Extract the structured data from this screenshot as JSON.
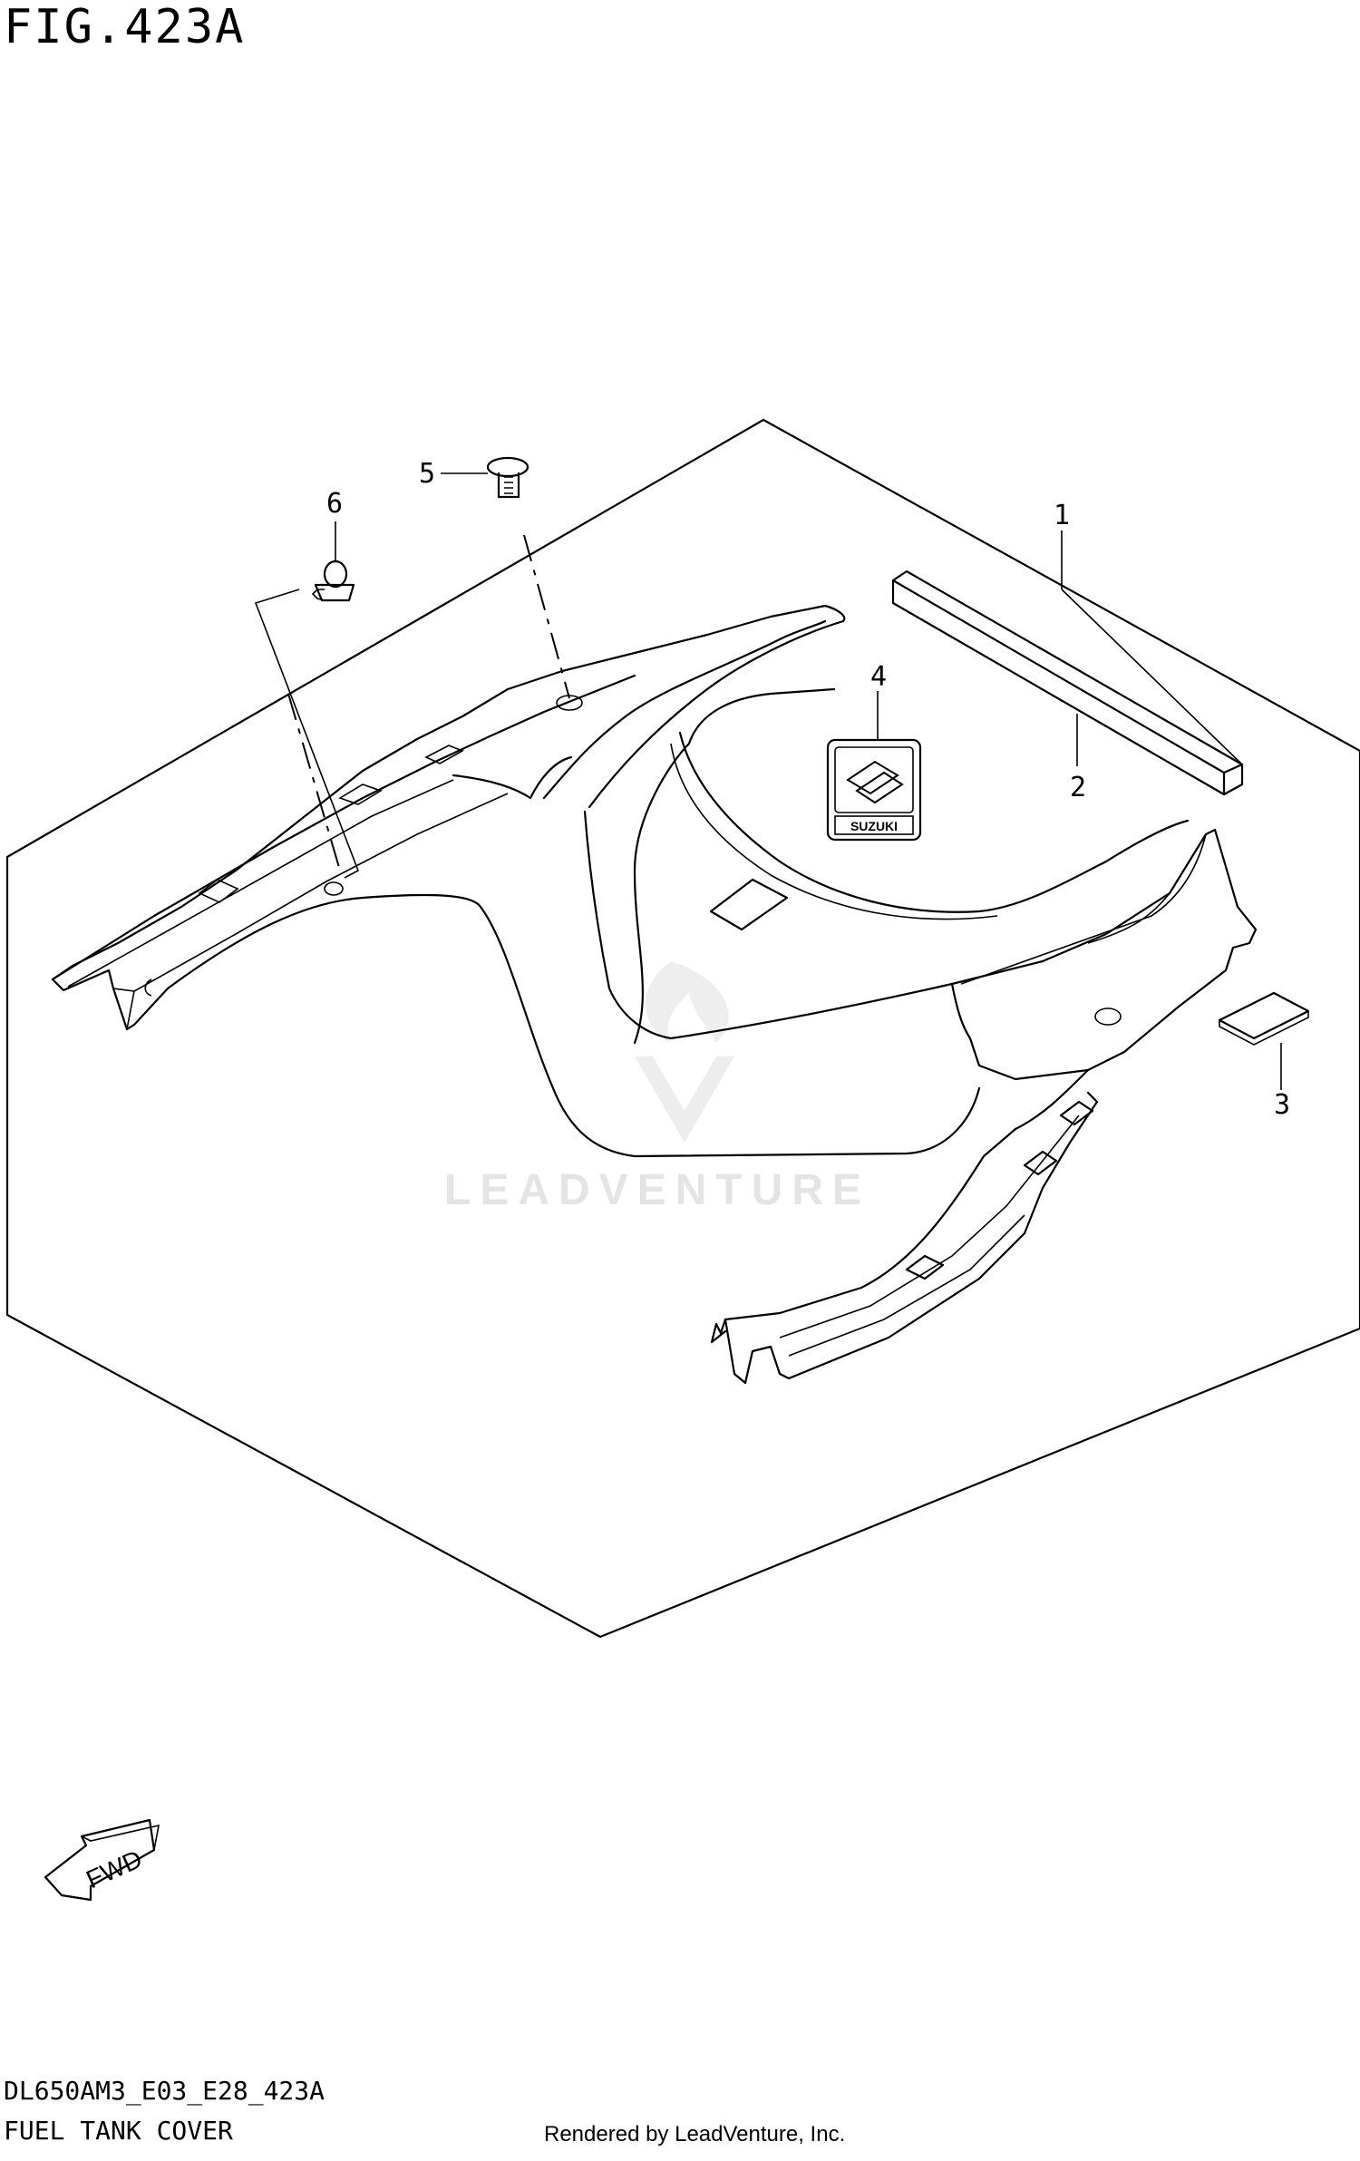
{
  "figure": {
    "title": "FIG.423A",
    "model_code": "DL650AM3_E03_E28_423A",
    "assembly_name": "FUEL TANK COVER"
  },
  "callouts": [
    "1",
    "2",
    "3",
    "4",
    "5",
    "6"
  ],
  "direction_marker": {
    "label": "FWD",
    "icon": "forward-arrow-icon"
  },
  "emblem": {
    "text": "SUZUKI",
    "icon": "suzuki-logo-icon"
  },
  "watermark": {
    "text": "LEADVENTURE",
    "icon": "leadventure-logo-icon"
  },
  "credit": "Rendered by LeadVenture, Inc.",
  "colors": {
    "line": "#000000",
    "background": "#ffffff",
    "watermark": "#e4e4e4"
  }
}
